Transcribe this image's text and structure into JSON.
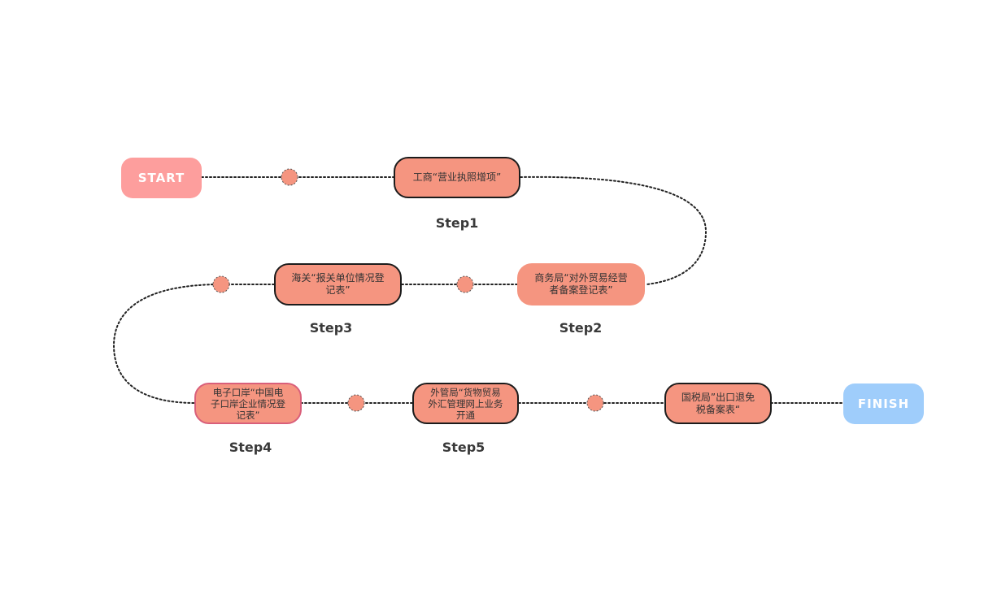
{
  "start_label": "START",
  "finish_label": "FINISH",
  "steps": [
    {
      "label": "Step1",
      "text": "工商“营业执照增项”"
    },
    {
      "label": "Step2",
      "text": "商务局“对外贸易经营\n者备案登记表”"
    },
    {
      "label": "Step3",
      "text": "海关“报关单位情况登\n记表”"
    },
    {
      "label": "Step4",
      "text": "电子口岸“中国电\n子口岸企业情况登\n记表”"
    },
    {
      "label": "Step5",
      "text": "外管局“货物贸易\n外汇管理网上业务\n开通"
    }
  ],
  "final_box": {
    "text": "国税局”出口退免\n税备案表“"
  },
  "colors": {
    "box_fill": "#f59580",
    "start_fill": "#fd9e9d",
    "finish_fill": "#9fcdfb",
    "box_border": "#1c1c1c",
    "connector": "#222222"
  }
}
